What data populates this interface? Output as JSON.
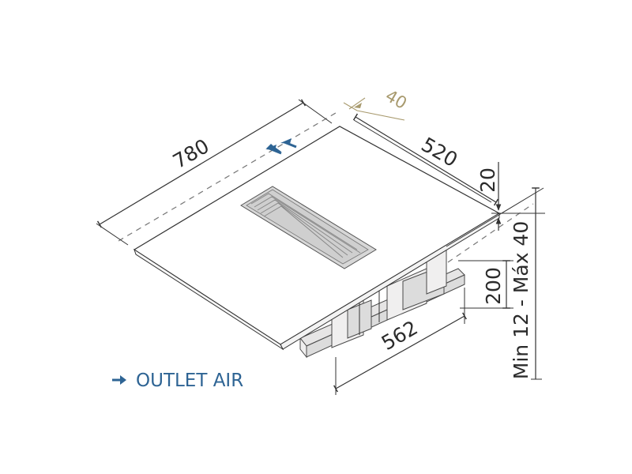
{
  "dimensions": {
    "width": "780",
    "depth": "520",
    "hob_thickness": "20",
    "unit_width": "562",
    "unit_height": "200",
    "worktop_range": "Min 12 - Máx 40",
    "setback": "40"
  },
  "legend": {
    "label": "OUTLET AIR"
  },
  "colors": {
    "accent_blue": "#2e6494",
    "line": "#333333",
    "dim_gold": "#a89a6e"
  },
  "icons": {
    "legend_arrow": "arrow-right-icon",
    "air_arrows": "double-arrow-icon"
  }
}
